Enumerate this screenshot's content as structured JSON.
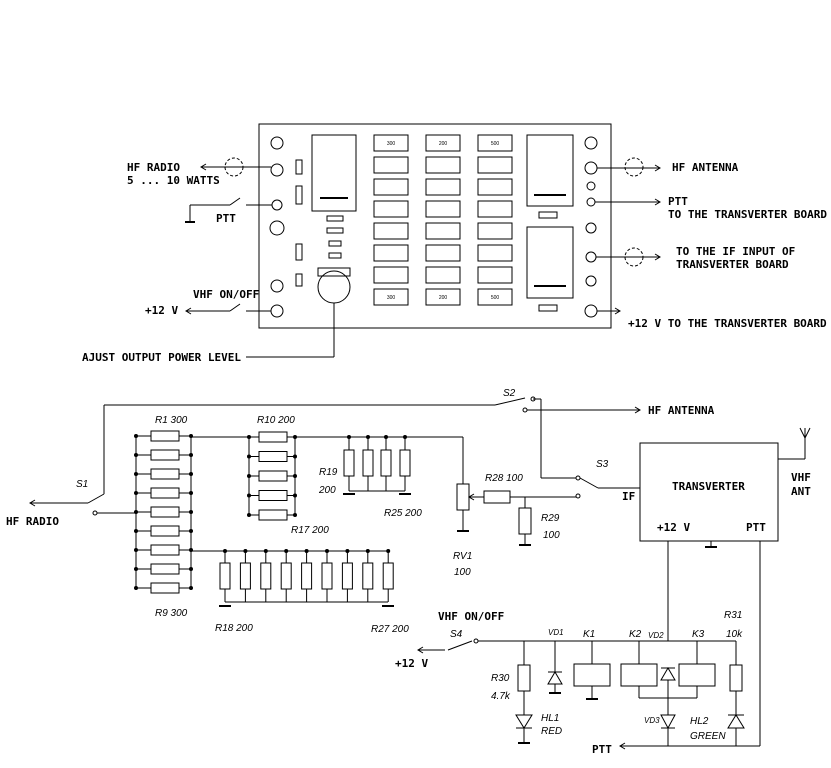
{
  "layout_labels": {
    "hf_radio": "HF RADIO",
    "hf_radio_power": "5 ... 10 WATTS",
    "ptt": "PTT",
    "vhf_onoff": "VHF ON/OFF",
    "plus12v": "+12 V",
    "hf_antenna": "HF ANTENNA",
    "ptt_to_board": "PTT",
    "ptt_to_board_2": "TO THE TRANSVERTER BOARD",
    "if_input_1": "TO THE IF INPUT OF",
    "if_input_2": "TRANSVERTER BOARD",
    "plus12v_board": "+12 V TO THE TRANSVERTER BOARD",
    "adjust": "AJUST OUTPUT POWER LEVEL",
    "pcb_res": "300",
    "pcb_res2": "200",
    "pcb_res3": "500"
  },
  "schematic_labels": {
    "s1": "S1",
    "s2": "S2",
    "s3": "S3",
    "s4": "S4",
    "hf_radio": "HF RADIO",
    "hf_antenna": "HF ANTENNA",
    "r1": "R1 300",
    "r9": "R9 300",
    "r10": "R10 200",
    "r17": "R17 200",
    "r18": "R18 200",
    "r27": "R27 200",
    "r19": "R19",
    "r19v": "200",
    "r25": "R25 200",
    "r28": "R28 100",
    "r29": "R29",
    "r29v": "100",
    "rv1": "RV1",
    "rv1v": "100",
    "if": "IF",
    "transverter": "TRANSVERTER",
    "vhf": "VHF",
    "ant": "ANT",
    "plus12v_tv": "+12 V",
    "ptt_tv": "PTT",
    "vhf_onoff": "VHF ON/OFF",
    "plus12v": "+12 V",
    "vd1": "VD1",
    "vd2": "VD2",
    "vd3": "VD3",
    "k1": "K1",
    "k2": "K2",
    "k3": "K3",
    "r30": "R30",
    "r30v": "4.7k",
    "r31": "R31",
    "r31v": "10k",
    "hl1": "HL1",
    "hl1c": "RED",
    "hl2": "HL2",
    "hl2c": "GREEN",
    "ptt_out": "PTT"
  }
}
